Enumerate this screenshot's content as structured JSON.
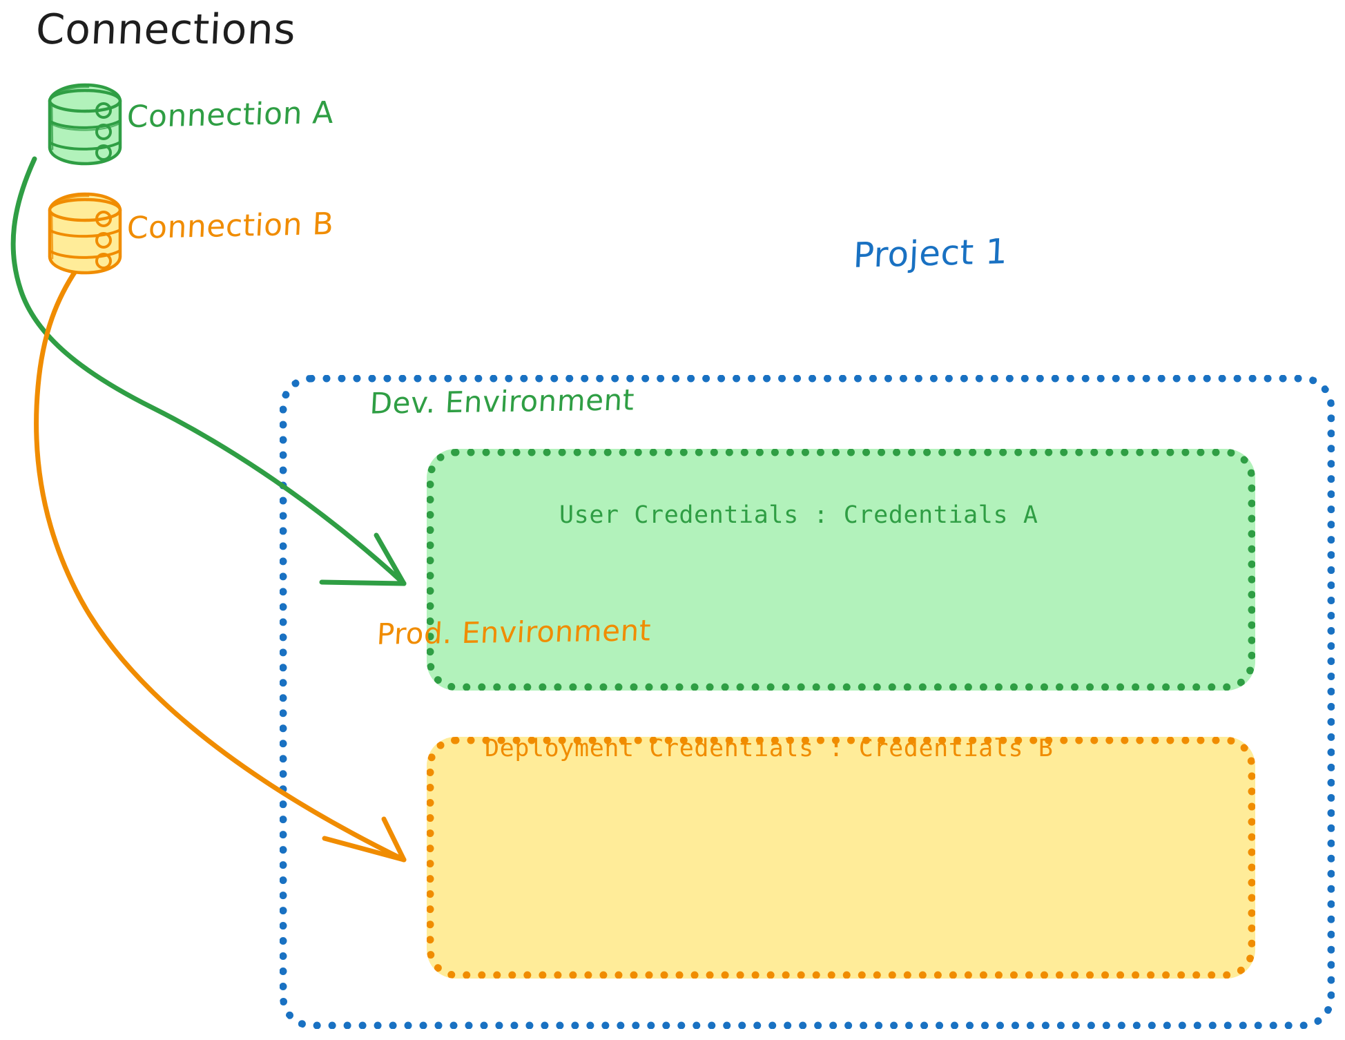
{
  "diagram": {
    "title": "Connections",
    "connections": [
      {
        "id": "a",
        "label": "Connection A",
        "color": "#2f9e44",
        "fill": "#b2f2bb",
        "icon": "database-icon"
      },
      {
        "id": "b",
        "label": "Connection B",
        "color": "#f08c00",
        "fill": "#ffd43b",
        "icon": "database-icon"
      }
    ],
    "project": {
      "label": "Project 1",
      "color": "#1971c2",
      "environments": [
        {
          "id": "dev",
          "name": "Dev. Environment",
          "credentials": "User Credentials : Credentials A",
          "color": "#2f9e44",
          "fill": "#b2f2bb"
        },
        {
          "id": "prod",
          "name": "Prod. Environment",
          "credentials": "Deployment Credentials : Credentials B",
          "color": "#f08c00",
          "fill": "#ffec99"
        }
      ]
    },
    "arrows": [
      {
        "id": "a-to-dev",
        "from": "Connection A",
        "to": "Dev. Environment",
        "color": "#2f9e44"
      },
      {
        "id": "b-to-prod",
        "from": "Connection B",
        "to": "Prod. Environment",
        "color": "#f08c00"
      }
    ],
    "colors": {
      "green_stroke": "#2f9e44",
      "green_fill": "#b2f2bb",
      "orange_stroke": "#f08c00",
      "orange_fill": "#ffec99",
      "yellow_fill": "#ffd43b",
      "blue_stroke": "#1971c2",
      "ink": "#1e1e1e",
      "background": "#ffffff"
    }
  }
}
